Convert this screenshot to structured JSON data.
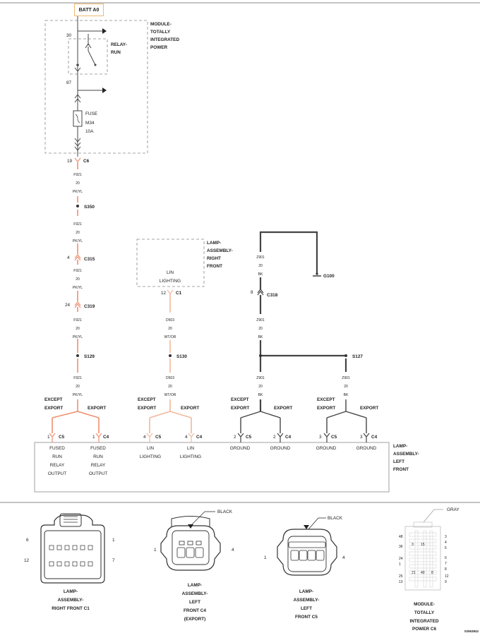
{
  "colors": {
    "wire_pk_yl": "#ee9070",
    "wire_wt_or": "#f2b89c",
    "wire_bk": "#444444",
    "box_line": "#888888",
    "line": "#444444",
    "batt_border": "#f0b870"
  },
  "batt_label": "BATT A0",
  "module": {
    "title_lines": [
      "MODULE-",
      "TOTALLY",
      "INTEGRATED",
      "POWER"
    ],
    "relay_lines": [
      "RELAY-",
      "RUN"
    ],
    "pin_30": "30",
    "pin_87": "87",
    "fuse_lines": [
      "FUSE",
      "M34",
      "10A"
    ],
    "out_pin": "19",
    "out_connector": "C6"
  },
  "run_wire": {
    "seg1": [
      "F921",
      "20",
      "PK/YL"
    ],
    "splice1": "S350",
    "seg2": [
      "F921",
      "20",
      "PK/YL"
    ],
    "c315_pin": "4",
    "c315": "C315",
    "seg3": [
      "F921",
      "20",
      "PK/YL"
    ],
    "c319_pin": "24",
    "c319": "C319",
    "seg4": [
      "F921",
      "20",
      "PK/YL"
    ],
    "splice2": "S129",
    "seg5": [
      "F921",
      "20",
      "PK/YL"
    ]
  },
  "rf_lamp": {
    "title_lines": [
      "LAMP-",
      "ASSEMBLY-",
      "RIGHT",
      "FRONT"
    ],
    "inner_lines": [
      "LIN",
      "LIGHTING"
    ],
    "pin": "12",
    "connector": "C1",
    "seg1": [
      "D503",
      "20",
      "WT/OR"
    ],
    "splice": "S130",
    "seg2": [
      "D503",
      "20",
      "WT/OR"
    ]
  },
  "ground_wire": {
    "seg1": [
      "Z901",
      "20",
      "BK"
    ],
    "ground": "G100",
    "c318_pin": "8",
    "c318": "C318",
    "seg2": [
      "Z901",
      "20",
      "BK"
    ],
    "splice": "S127",
    "seg3": [
      "Z901",
      "20",
      "BK"
    ],
    "seg4": [
      "Z901",
      "20",
      "BK"
    ]
  },
  "branches": {
    "except_lines": [
      "EXCEPT",
      "EXPORT"
    ],
    "export_label": "EXPORT"
  },
  "lf_lamp": {
    "title_lines": [
      "LAMP-",
      "ASSEMBLY-",
      "LEFT",
      "FRONT"
    ],
    "pins": [
      {
        "pin": "1",
        "connector": "C5",
        "func": [
          "FUSED",
          "RUN",
          "RELAY",
          "OUTPUT"
        ]
      },
      {
        "pin": "1",
        "connector": "C4",
        "func": [
          "FUSED",
          "RUN",
          "RELAY",
          "OUTPUT"
        ]
      },
      {
        "pin": "4",
        "connector": "C5",
        "func": [
          "LIN",
          "LIGHTING"
        ]
      },
      {
        "pin": "4",
        "connector": "C4",
        "func": [
          "LIN",
          "LIGHTING"
        ]
      },
      {
        "pin": "2",
        "connector": "C5",
        "func": [
          "GROUND"
        ]
      },
      {
        "pin": "2",
        "connector": "C4",
        "func": [
          "GROUND"
        ]
      },
      {
        "pin": "3",
        "connector": "C5",
        "func": [
          "GROUND"
        ]
      },
      {
        "pin": "3",
        "connector": "C4",
        "func": [
          "GROUND"
        ]
      }
    ]
  },
  "connector_views": {
    "c1": {
      "pins": [
        "6",
        "1",
        "12",
        "7"
      ],
      "caption": [
        "LAMP-",
        "ASSEMBLY-",
        "RIGHT FRONT C1"
      ]
    },
    "c4": {
      "color": "BLACK",
      "pins": [
        "1",
        "4"
      ],
      "caption": [
        "LAMP-",
        "ASSEMBLY-",
        "LEFT",
        "FRONT C4",
        "(EXPORT)"
      ]
    },
    "c5": {
      "color": "BLACK",
      "pins": [
        "1",
        "4"
      ],
      "caption": [
        "LAMP-",
        "ASSEMBLY-",
        "LEFT",
        "FRONT C5"
      ]
    },
    "c6": {
      "color": "GRAY",
      "caption": [
        "MODULE-",
        "TOTALLY",
        "INTEGRATED",
        "POWER C6"
      ],
      "left_pins": [
        "48",
        "36",
        "24",
        "1",
        "25",
        "13"
      ],
      "right_pins": [
        "3",
        "4",
        "5",
        "6",
        "7",
        "8",
        "12",
        "9"
      ],
      "inner_pins": [
        "3",
        "15",
        "21",
        "40",
        "8"
      ]
    }
  },
  "drawing_id": "02563842"
}
